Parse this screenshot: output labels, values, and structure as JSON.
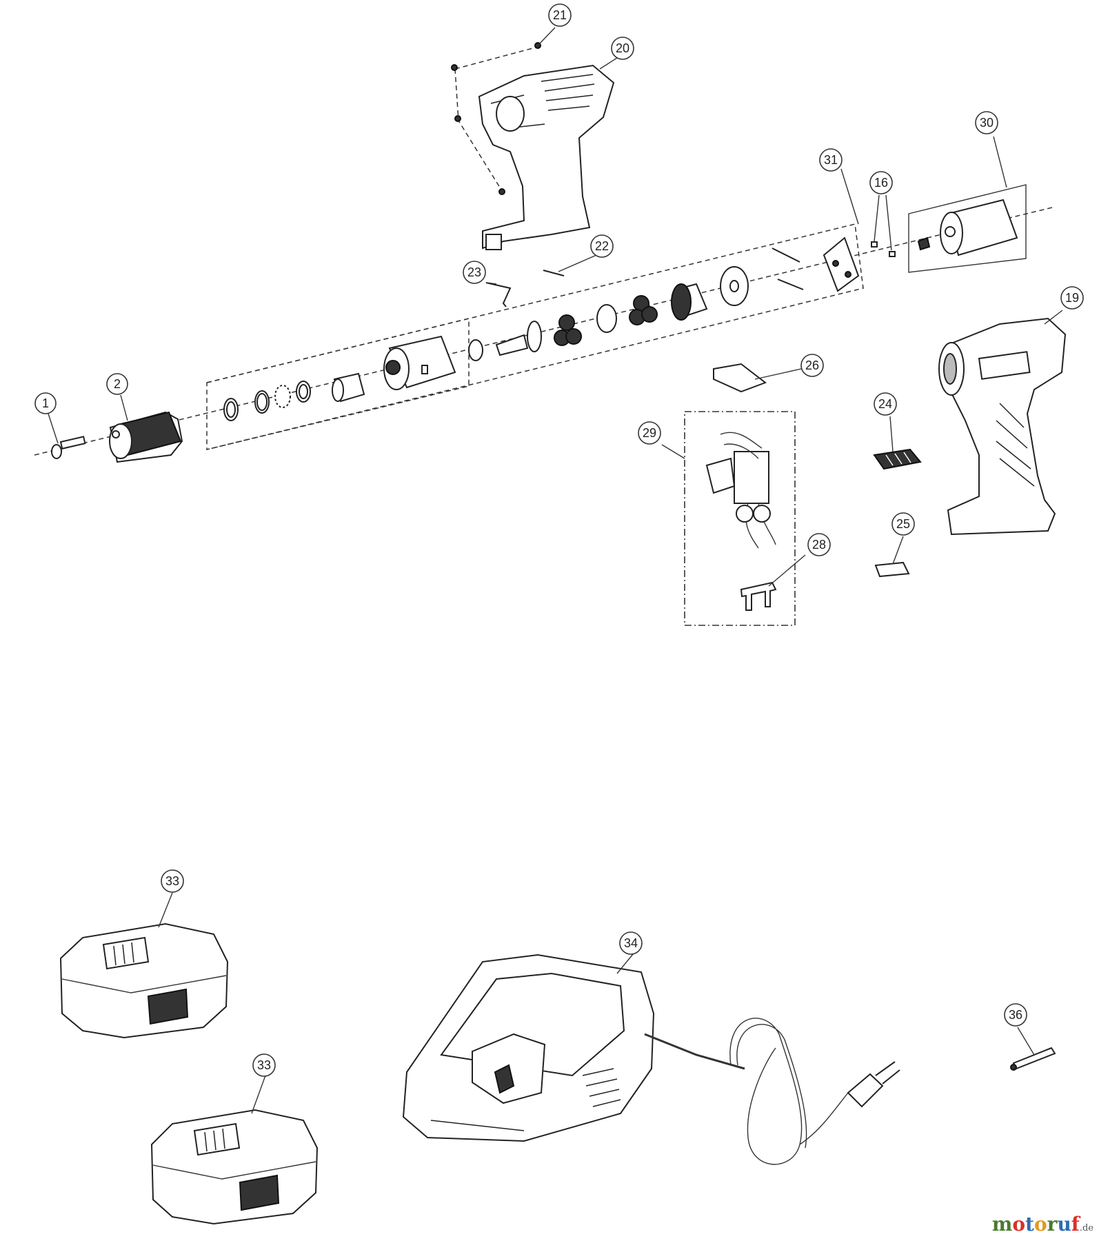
{
  "diagram": {
    "callouts": [
      "1",
      "2",
      "16",
      "19",
      "20",
      "21",
      "22",
      "23",
      "24",
      "25",
      "26",
      "28",
      "29",
      "30",
      "31",
      "33",
      "33",
      "34",
      "36"
    ]
  },
  "watermark": {
    "letters": [
      {
        "ch": "m",
        "color": "#4a7a2c"
      },
      {
        "ch": "o",
        "color": "#d8322a"
      },
      {
        "ch": "t",
        "color": "#2e6bb4"
      },
      {
        "ch": "o",
        "color": "#e29a1c"
      },
      {
        "ch": "r",
        "color": "#4a7a2c"
      },
      {
        "ch": "u",
        "color": "#2e6bb4"
      },
      {
        "ch": "f",
        "color": "#d8322a"
      }
    ],
    "suffix": ".de"
  }
}
